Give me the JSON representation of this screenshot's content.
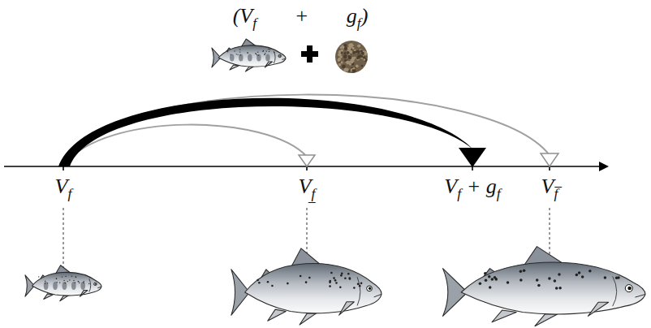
{
  "diagram": {
    "labels": [
      "(Vf + gf)",
      "Vf",
      "Vf̲",
      "Vf + gf",
      "Vf̅"
    ]
  }
}
